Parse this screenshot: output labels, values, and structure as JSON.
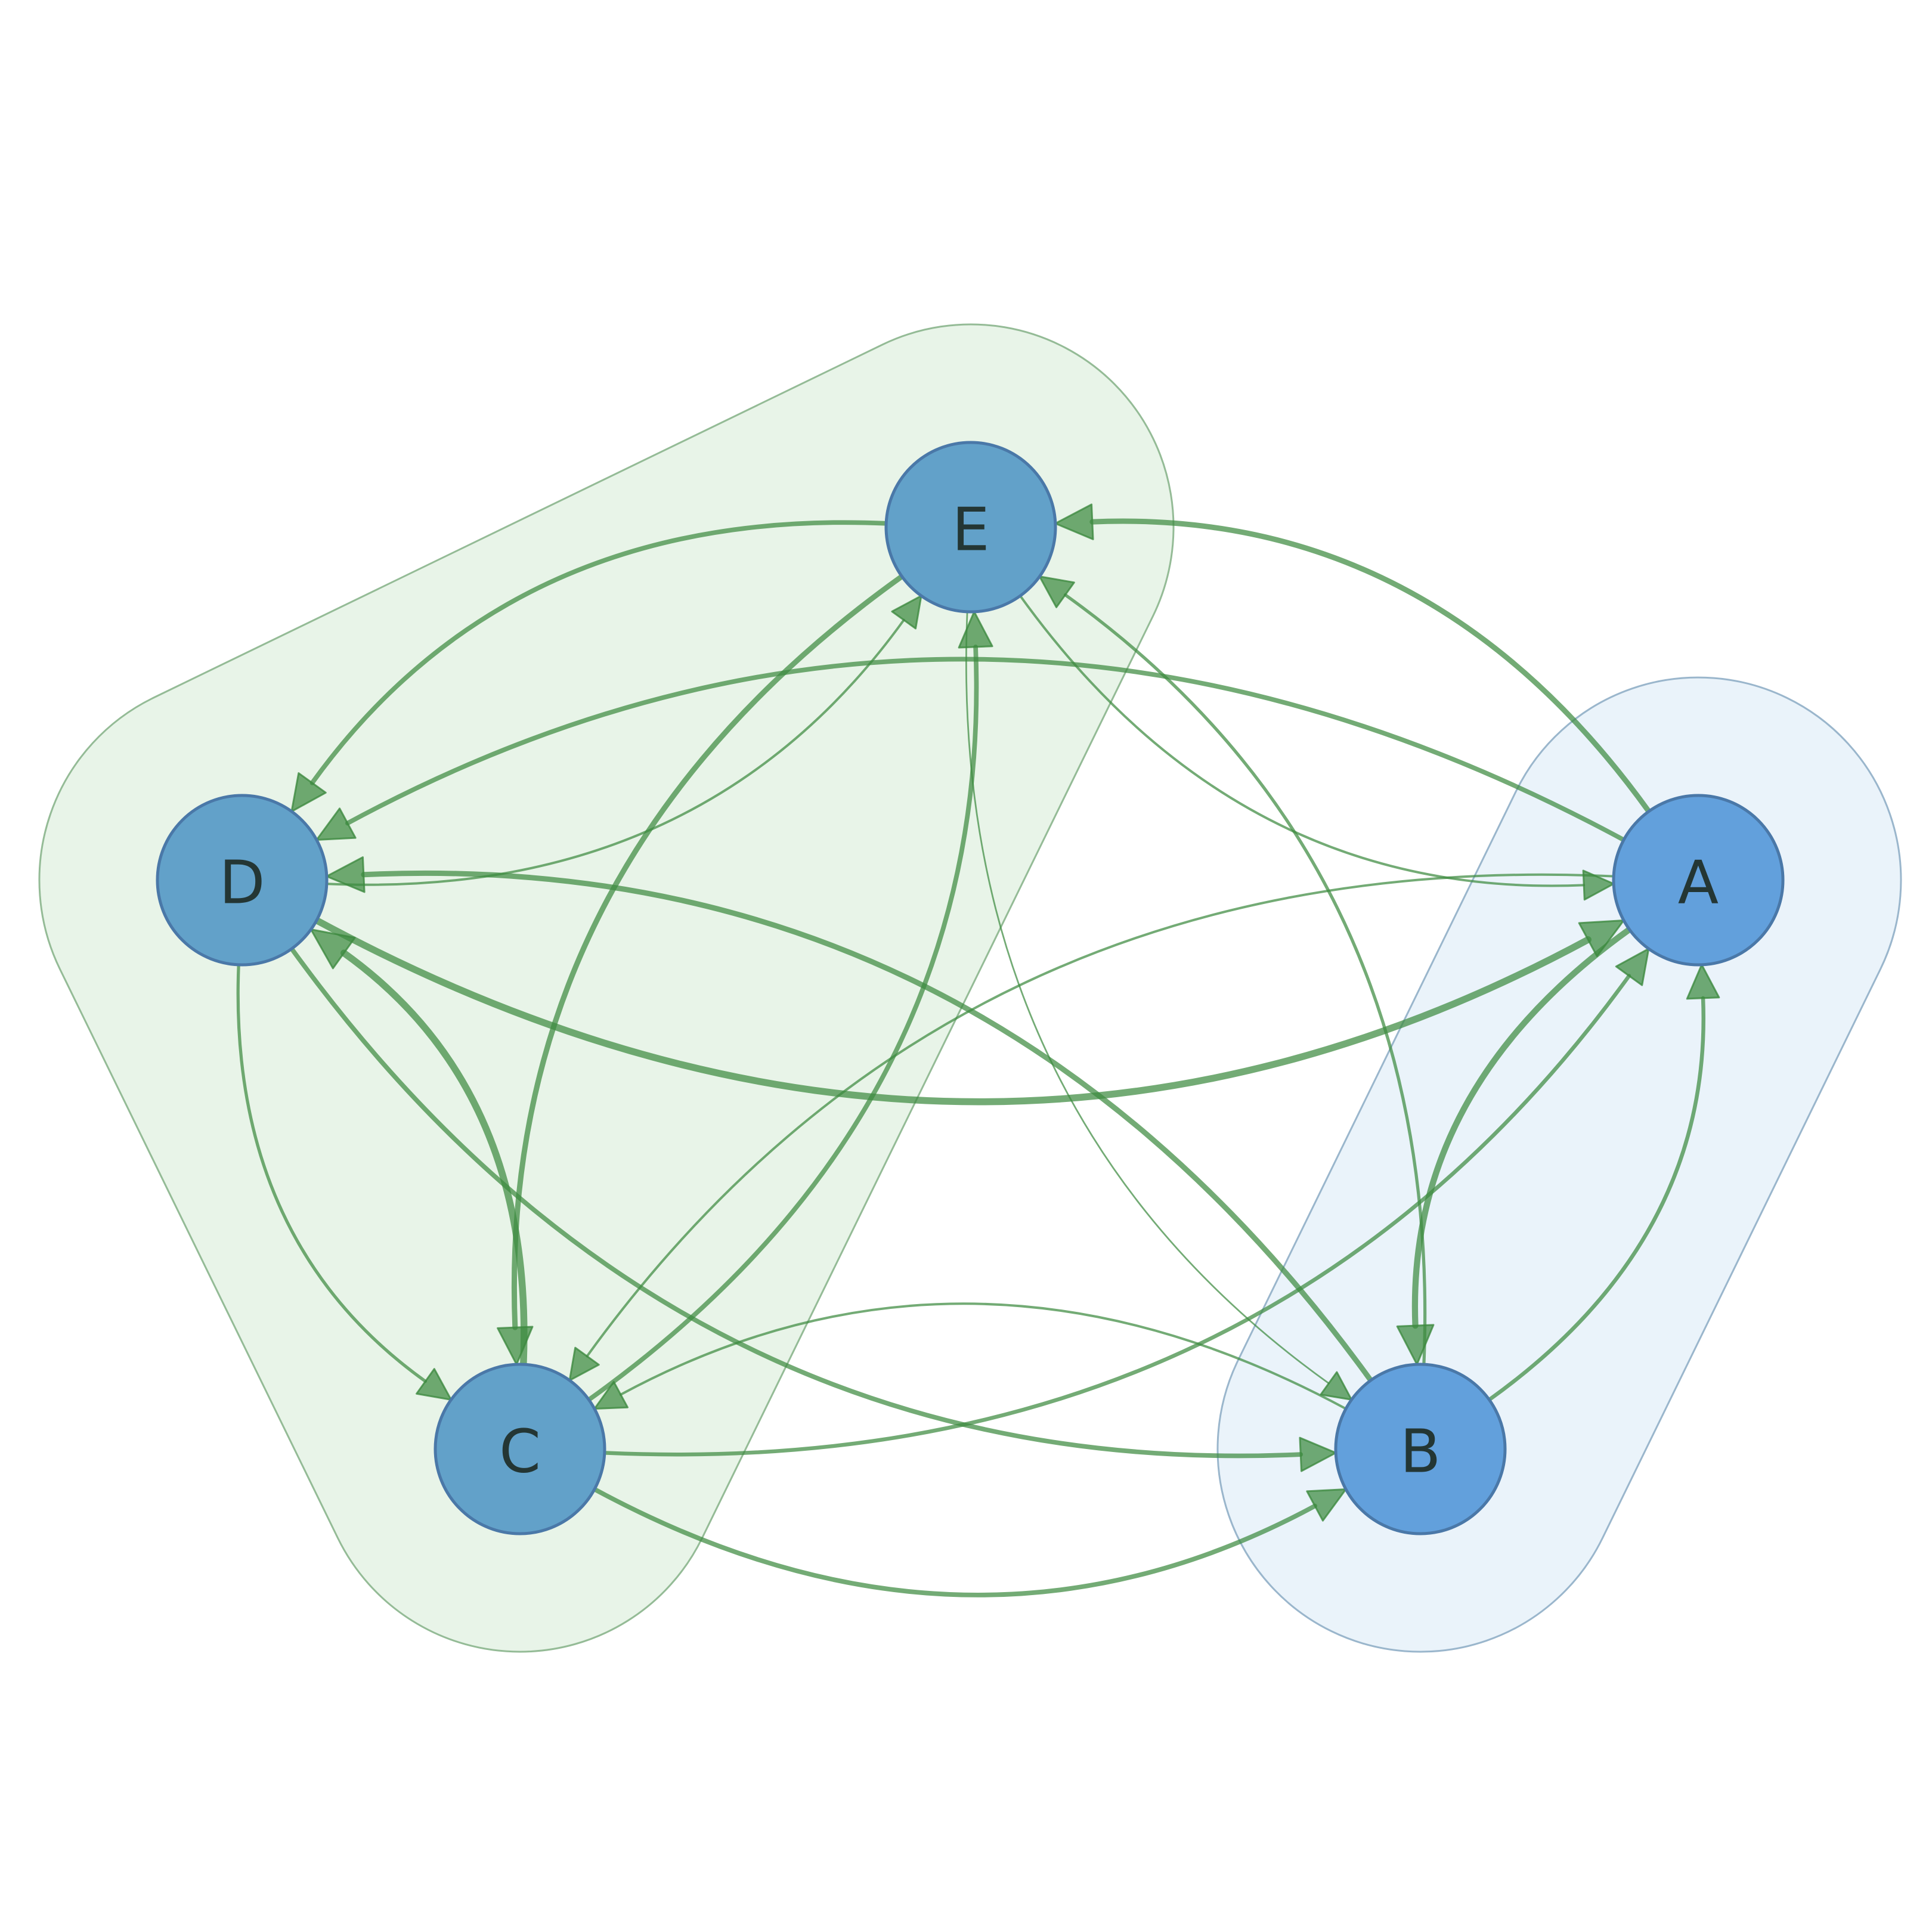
{
  "diagram": {
    "type": "directed-graph",
    "colors": {
      "node_fill_group1": "#62a1c9",
      "node_fill_group2": "#62a0dc",
      "node_stroke": "#4a78a8",
      "label_color": "#243634",
      "edge_color": "#3d8a40",
      "hull_group1_fill": "#e6f3e6",
      "hull_group1_stroke": "#94bb96",
      "hull_group2_fill": "#e8f2fa",
      "hull_group2_stroke": "#9ab6cc"
    },
    "groups": [
      {
        "id": "group-1",
        "members": [
          "E",
          "D",
          "C"
        ]
      },
      {
        "id": "group-2",
        "members": [
          "A",
          "B"
        ]
      }
    ],
    "nodes": [
      {
        "id": "E",
        "label": "E",
        "group": "group-1"
      },
      {
        "id": "D",
        "label": "D",
        "group": "group-1"
      },
      {
        "id": "C",
        "label": "C",
        "group": "group-1"
      },
      {
        "id": "A",
        "label": "A",
        "group": "group-2"
      },
      {
        "id": "B",
        "label": "B",
        "group": "group-2"
      }
    ],
    "edges": [
      {
        "source": "D",
        "target": "E",
        "weight": 2
      },
      {
        "source": "E",
        "target": "D",
        "weight": 5
      },
      {
        "source": "D",
        "target": "A",
        "weight": 8
      },
      {
        "source": "A",
        "target": "D",
        "weight": 5
      },
      {
        "source": "D",
        "target": "B",
        "weight": 5
      },
      {
        "source": "B",
        "target": "D",
        "weight": 6
      },
      {
        "source": "D",
        "target": "C",
        "weight": 3
      },
      {
        "source": "C",
        "target": "D",
        "weight": 8
      },
      {
        "source": "E",
        "target": "C",
        "weight": 6
      },
      {
        "source": "C",
        "target": "E",
        "weight": 5
      },
      {
        "source": "E",
        "target": "A",
        "weight": 2
      },
      {
        "source": "A",
        "target": "E",
        "weight": 6
      },
      {
        "source": "E",
        "target": "B",
        "weight": 1
      },
      {
        "source": "B",
        "target": "E",
        "weight": 3
      },
      {
        "source": "C",
        "target": "A",
        "weight": 4
      },
      {
        "source": "A",
        "target": "C",
        "weight": 2
      },
      {
        "source": "C",
        "target": "B",
        "weight": 5
      },
      {
        "source": "B",
        "target": "C",
        "weight": 2
      },
      {
        "source": "A",
        "target": "B",
        "weight": 7
      },
      {
        "source": "B",
        "target": "A",
        "weight": 4
      }
    ]
  }
}
